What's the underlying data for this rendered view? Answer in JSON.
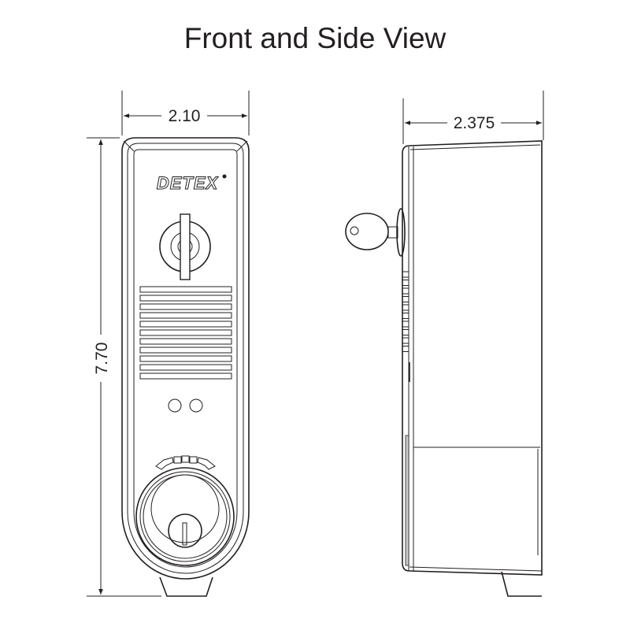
{
  "title": "Front and Side View",
  "dimensions": {
    "front_width": "2.10",
    "height": "7.70",
    "side_depth": "2.375"
  },
  "logo": "DETEX",
  "colors": {
    "line": "#231f20",
    "background": "#ffffff"
  }
}
